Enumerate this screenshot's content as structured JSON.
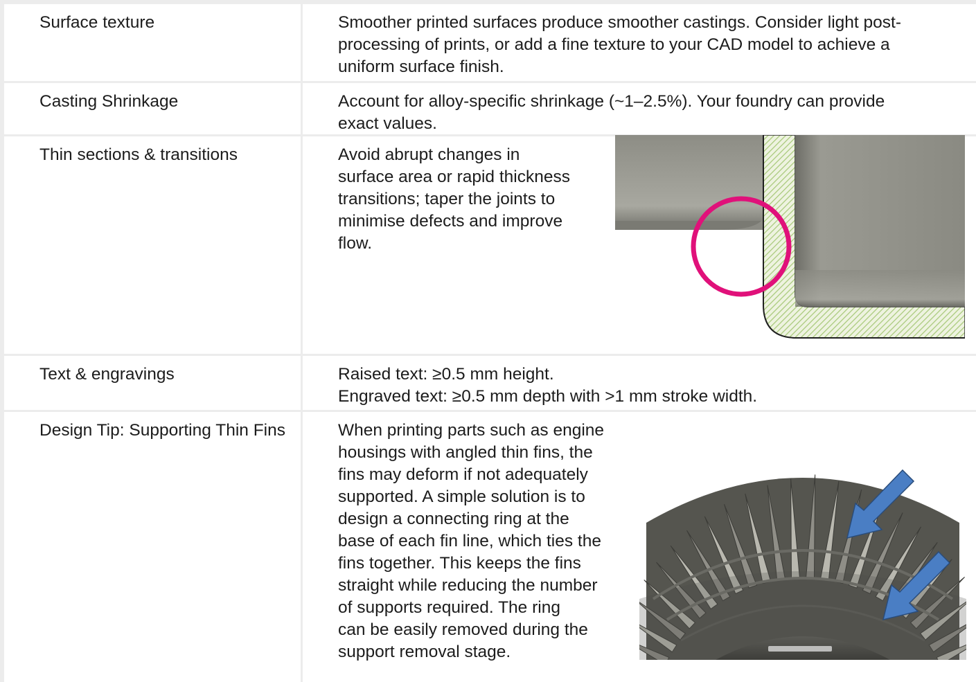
{
  "rows": [
    {
      "label": "Surface texture",
      "lines": [
        "Smoother printed surfaces produce smoother castings. Consider light post-",
        "processing of prints, or add a fine texture to your CAD model to achieve a",
        "uniform surface finish."
      ]
    },
    {
      "label": "Casting Shrinkage",
      "lines": [
        "Account for alloy-specific shrinkage (~1–2.5%). Your foundry can provide",
        "exact values."
      ]
    },
    {
      "label": "Thin sections & transitions",
      "lines": [
        "Avoid abrupt changes in",
        "surface area or rapid thickness",
        "transitions; taper the joints to",
        "minimise defects and improve",
        "flow."
      ]
    },
    {
      "label": "Text & engravings",
      "lines": [
        "Raised text: ≥0.5 mm height.",
        "Engraved text: ≥0.5 mm depth with >1 mm stroke width."
      ]
    },
    {
      "label": "Design Tip: Supporting Thin Fins",
      "lines": [
        "When printing parts such as engine",
        "housings with angled thin fins, the",
        "fins may deform if not adequately",
        "supported. A simple solution is to",
        "design a connecting ring at the",
        "base of each fin line, which ties the",
        "fins together. This keeps the fins",
        "straight while reducing the number",
        "of supports required. The ring",
        "can be easily removed during the",
        "support removal stage."
      ]
    }
  ],
  "colors": {
    "highlight_circle": "#e0117a",
    "arrow": "#4a7ec4",
    "hatch": "#a8c97a"
  },
  "icons": [
    "fillet-cross-section-figure",
    "fin-housing-render-figure"
  ]
}
